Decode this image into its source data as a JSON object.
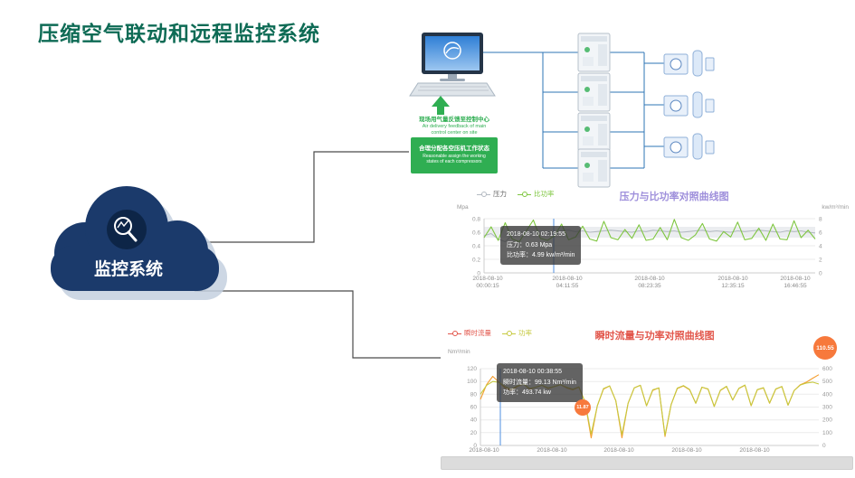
{
  "page": {
    "title": "压缩空气联动和远程监控系统"
  },
  "cloud": {
    "label": "监控系统",
    "color": "#1b3a6b",
    "shadow_color": "#c5d1e0",
    "icon": "magnifier-analytics-icon"
  },
  "topology": {
    "feedback_cn": "现场用气量反馈至控制中心",
    "feedback_en1": "Air delivery feedback of main",
    "feedback_en2": "control center on site",
    "assign_cn": "合理分配各空压机工作状态",
    "assign_en1": "Reasonable assign the working",
    "assign_en2": "states of each compressors",
    "accent_color": "#2fae52"
  },
  "chart_data": [
    {
      "type": "line",
      "title": "压力与比功率对照曲线图",
      "title_color": "#9e8fdb",
      "legend": [
        {
          "name": "压力",
          "color": "#b3bac2"
        },
        {
          "name": "比功率",
          "color": "#7ec63f"
        }
      ],
      "y_left": {
        "unit": "Mpa",
        "ticks": [
          "0.8",
          "0.6",
          "0.4",
          "0.2",
          "0"
        ],
        "min": 0,
        "max": 0.8
      },
      "y_right": {
        "unit": "kw/m³/min",
        "ticks": [
          "8",
          "6",
          "4",
          "2",
          "0"
        ],
        "min": 0,
        "max": 8
      },
      "x_labels": [
        {
          "date": "2018-08-10",
          "time": "00:00:15"
        },
        {
          "date": "2018-08-10",
          "time": "04:11:55"
        },
        {
          "date": "2018-08-10",
          "time": "08:23:35"
        },
        {
          "date": "2018-08-10",
          "time": "12:35:15"
        },
        {
          "date": "2018-08-10",
          "time": "16:46:55"
        }
      ],
      "series": [
        {
          "name": "压力",
          "axis": "left",
          "color": "#b3bac2",
          "values": [
            0.55,
            0.58,
            0.5,
            0.46,
            0.56,
            0.6,
            0.61,
            0.59,
            0.62,
            0.61,
            0.6,
            0.62,
            0.63,
            0.61,
            0.62,
            0.6,
            0.61,
            0.62,
            0.63,
            0.62,
            0.61,
            0.6,
            0.62,
            0.61,
            0.63,
            0.62,
            0.61,
            0.62,
            0.6,
            0.61,
            0.62,
            0.63,
            0.61,
            0.62,
            0.61,
            0.6,
            0.62,
            0.61,
            0.62,
            0.63,
            0.62,
            0.61,
            0.6,
            0.62,
            0.61,
            0.62,
            0.6,
            0.59
          ]
        },
        {
          "name": "比功率",
          "axis": "right",
          "color": "#7ec63f",
          "values": [
            5.2,
            6.8,
            4.8,
            7.4,
            5.0,
            4.6,
            6.2,
            7.8,
            5.1,
            4.8,
            5.5,
            7.2,
            4.9,
            5.3,
            6.9,
            5.0,
            4.7,
            7.6,
            5.2,
            4.9,
            6.4,
            5.1,
            7.1,
            4.8,
            5.0,
            6.7,
            4.9,
            7.9,
            5.2,
            4.8,
            5.6,
            7.3,
            5.0,
            4.7,
            6.1,
            5.3,
            7.5,
            4.9,
            5.1,
            6.6,
            4.8,
            7.2,
            5.0,
            4.9,
            7.7,
            5.2,
            6.3,
            5.0
          ]
        }
      ],
      "tooltip": {
        "time": "2018-08-10 02:19:55",
        "line1": "压力：0.63 Mpa",
        "line2": "比功率：4.99 kw/m³/min"
      }
    },
    {
      "type": "line",
      "title": "瞬时流量与功率对照曲线图",
      "title_color": "#e2574c",
      "legend": [
        {
          "name": "瞬时流量",
          "color": "#e2574c"
        },
        {
          "name": "功率",
          "color": "#c6c93f"
        }
      ],
      "y_left": {
        "unit": "Nm³/min",
        "ticks": [
          "120",
          "100",
          "80",
          "60",
          "40",
          "20",
          "0"
        ],
        "min": 0,
        "max": 120
      },
      "y_right": {
        "ticks": [
          "600",
          "500",
          "400",
          "300",
          "200",
          "100",
          "0"
        ],
        "min": 0,
        "max": 600,
        "color": "#ef8a3c"
      },
      "x_labels": [
        "2018-08-10",
        "2018-08-10",
        "2018-08-10",
        "2018-08-10",
        "2018-08-10"
      ],
      "series": [
        {
          "name": "瞬时流量",
          "axis": "left",
          "color": "#f59e2f",
          "values": [
            72,
            95,
            108,
            99,
            90,
            86,
            92,
            96,
            88,
            91,
            94,
            89,
            92,
            95,
            90,
            87,
            91,
            68,
            11.87,
            62,
            88,
            93,
            70,
            12,
            66,
            90,
            94,
            62,
            86,
            90,
            14,
            64,
            89,
            93,
            87,
            66,
            91,
            88,
            61,
            86,
            92,
            71,
            89,
            94,
            62,
            87,
            90,
            66,
            88,
            92,
            63,
            86,
            95,
            99,
            105,
            110.55
          ]
        },
        {
          "name": "功率",
          "axis": "right",
          "color": "#c6c93f",
          "values": [
            400,
            470,
            500,
            493.74,
            460,
            440,
            465,
            480,
            445,
            455,
            470,
            450,
            460,
            475,
            455,
            440,
            458,
            340,
            90,
            310,
            445,
            465,
            350,
            85,
            330,
            450,
            470,
            310,
            435,
            450,
            80,
            320,
            448,
            468,
            438,
            330,
            455,
            442,
            305,
            432,
            462,
            355,
            447,
            472,
            312,
            436,
            452,
            332,
            442,
            460,
            315,
            430,
            472,
            488,
            495,
            480
          ]
        }
      ],
      "tooltip": {
        "time": "2018-08-10 00:38:55",
        "line1": "瞬时流量：99.13 Nm³/min",
        "line2": "功率：493.74 kw"
      },
      "annotations": {
        "min_label": "11.87",
        "end_label": "110.55",
        "badge_color": "#f7793c"
      }
    }
  ]
}
